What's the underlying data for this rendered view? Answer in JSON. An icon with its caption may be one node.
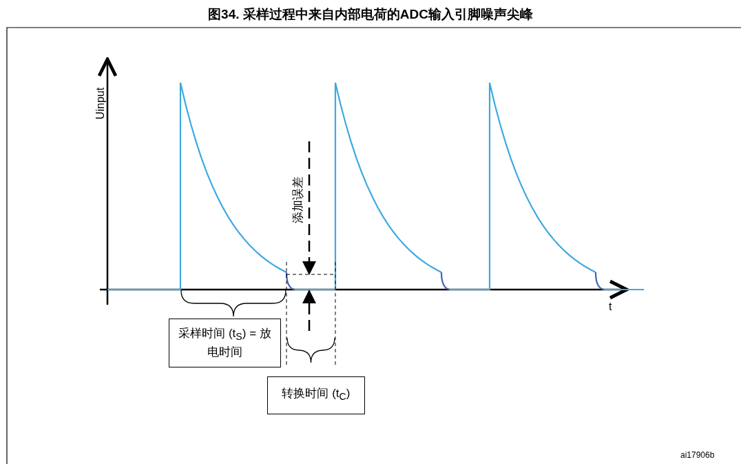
{
  "diagram": {
    "title": "图34. 采样过程中来自内部电荷的ADC输入引脚噪声尖峰",
    "nodes": [
      {
        "text": [
          "采样时间 (t$_{S}$) = 放电时间"
        ]
      },
      {
        "text": [
          "转换时间 (t$_{C}$)"
        ]
      }
    ],
    "edges": [],
    "labels": [
      "Uinput",
      "添加误差",
      "t",
      "ai17906b"
    ]
  }
}
